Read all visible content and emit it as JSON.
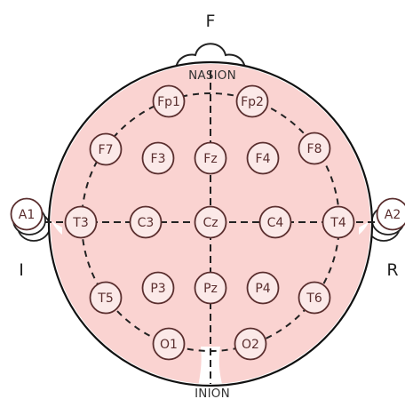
{
  "orientation": {
    "front": "F",
    "left": "I",
    "right": "R"
  },
  "landmarks": {
    "nasion": "NASION",
    "inion": "INION"
  },
  "electrodes": [
    "Fp1",
    "Fp2",
    "F7",
    "F3",
    "Fz",
    "F4",
    "F8",
    "T3",
    "C3",
    "Cz",
    "C4",
    "T4",
    "T5",
    "P3",
    "Pz",
    "P4",
    "T6",
    "O1",
    "O2"
  ],
  "ear_electrodes": [
    "A1",
    "A2"
  ],
  "colors": {
    "scalp_fill": "#fad3d1",
    "outline": "#111111",
    "electrode_stroke": "#5a2e2e",
    "electrode_fill": "#fbe9e8"
  }
}
